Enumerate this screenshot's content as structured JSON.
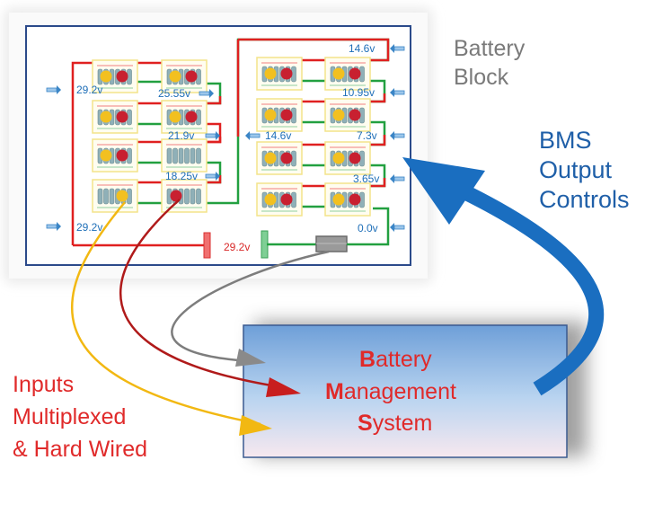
{
  "battery_block": {
    "title_line1": "Battery",
    "title_line2": "Block",
    "left_bank": {
      "input_top_label": "29.2v",
      "input_bottom_label": "29.2v",
      "tap_labels": [
        "25.55v",
        "21.9v",
        "18.25v"
      ],
      "modules": [
        [
          {
            "cells": "YR"
          },
          {
            "cells": "YR"
          }
        ],
        [
          {
            "cells": "YR"
          },
          {
            "cells": "YR"
          }
        ],
        [
          {
            "cells": "YR"
          },
          {
            "cells": "none"
          }
        ],
        [
          {
            "cells": "Y"
          },
          {
            "cells": "R"
          }
        ]
      ]
    },
    "right_bank": {
      "top_label": "14.6v",
      "mid_left_label": "14.6v",
      "tap_labels": [
        "10.95v",
        "7.3v",
        "3.65v",
        "0.0v"
      ],
      "modules": [
        [
          {
            "cells": "YR"
          },
          {
            "cells": "YR"
          }
        ],
        [
          {
            "cells": "YR"
          },
          {
            "cells": "YR"
          }
        ],
        [
          {
            "cells": "YR"
          },
          {
            "cells": "YR"
          }
        ],
        [
          {
            "cells": "YR"
          },
          {
            "cells": "YR"
          }
        ]
      ]
    },
    "output_label": "29.2v"
  },
  "bms_output": {
    "line1": "BMS",
    "line2": "Output",
    "line3": "Controls"
  },
  "bms_box": {
    "line1_initial": "B",
    "line1_rest": "attery",
    "line2_initial": "M",
    "line2_rest": "anagement",
    "line3_initial": "S",
    "line3_rest": "ystem"
  },
  "inputs_label": {
    "line1": "Inputs",
    "line2": "Multiplexed",
    "line3": "& Hard Wired"
  },
  "colors": {
    "wire_positive": "#e02020",
    "wire_negative": "#22a040",
    "label_blue": "#1f6fb8",
    "label_gray": "#7a7a7a",
    "label_red": "#e02a2a",
    "arrow_blue": "#1a6ec0",
    "sense_yellow": "#f2b812",
    "sense_darkred": "#b01a1a",
    "sense_gray": "#7d7d7d"
  }
}
